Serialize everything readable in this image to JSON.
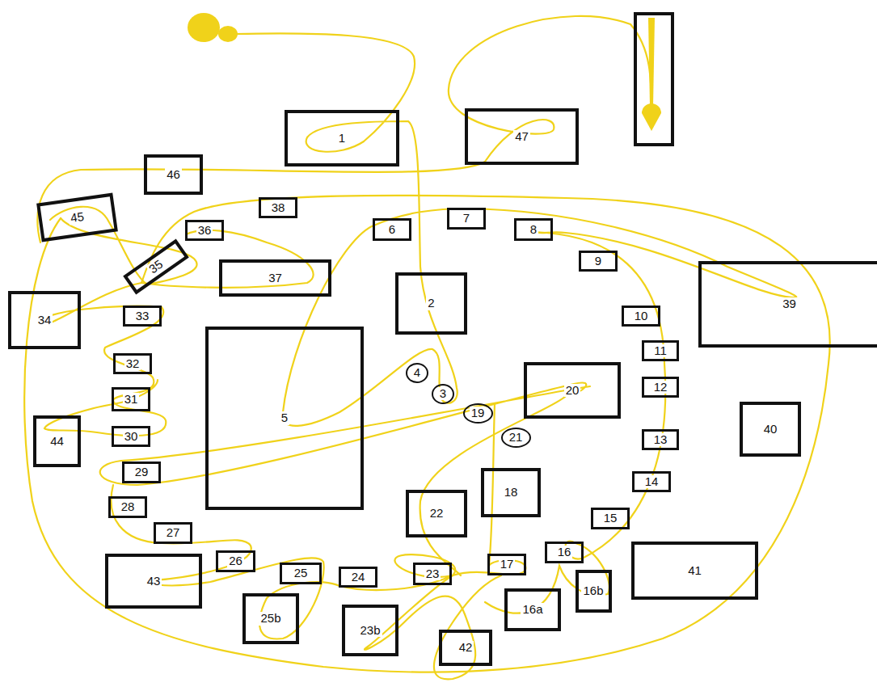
{
  "diagram": {
    "nodes": [
      {
        "text": [
          "1"
        ]
      },
      {
        "text": [
          "47"
        ]
      },
      {
        "text": [
          "46"
        ]
      },
      {
        "text": [
          "45"
        ]
      },
      {
        "text": [
          "38"
        ]
      },
      {
        "text": [
          "36"
        ]
      },
      {
        "text": [
          "6"
        ]
      },
      {
        "text": [
          "7"
        ]
      },
      {
        "text": [
          "8"
        ]
      },
      {
        "text": [
          "35"
        ]
      },
      {
        "text": [
          "37"
        ]
      },
      {
        "text": [
          "9"
        ]
      },
      {
        "text": [
          "39"
        ]
      },
      {
        "text": [
          "2"
        ]
      },
      {
        "text": [
          "34"
        ]
      },
      {
        "text": [
          "33"
        ]
      },
      {
        "text": [
          "10"
        ]
      },
      {
        "text": [
          "11"
        ]
      },
      {
        "text": [
          "4"
        ]
      },
      {
        "text": [
          "3"
        ]
      },
      {
        "text": [
          "32"
        ]
      },
      {
        "text": [
          "12"
        ]
      },
      {
        "text": [
          "20"
        ]
      },
      {
        "text": [
          "19"
        ]
      },
      {
        "text": [
          "5"
        ]
      },
      {
        "text": [
          "31"
        ]
      },
      {
        "text": [
          "44"
        ]
      },
      {
        "text": [
          "30"
        ]
      },
      {
        "text": [
          "21"
        ]
      },
      {
        "text": [
          "13"
        ]
      },
      {
        "text": [
          "40"
        ]
      },
      {
        "text": [
          "29"
        ]
      },
      {
        "text": [
          "18"
        ]
      },
      {
        "text": [
          "14"
        ]
      },
      {
        "text": [
          "22"
        ]
      },
      {
        "text": [
          "28"
        ]
      },
      {
        "text": [
          "15"
        ]
      },
      {
        "text": [
          "27"
        ]
      },
      {
        "text": [
          "16"
        ]
      },
      {
        "text": [
          "41"
        ]
      },
      {
        "text": [
          "43"
        ]
      },
      {
        "text": [
          "26"
        ]
      },
      {
        "text": [
          "25"
        ]
      },
      {
        "text": [
          "24"
        ]
      },
      {
        "text": [
          "23"
        ]
      },
      {
        "text": [
          "17"
        ]
      },
      {
        "text": [
          "16b"
        ]
      },
      {
        "text": [
          "16a"
        ]
      },
      {
        "text": [
          "25b"
        ]
      },
      {
        "text": [
          "23b"
        ]
      },
      {
        "text": [
          "42"
        ]
      }
    ]
  }
}
